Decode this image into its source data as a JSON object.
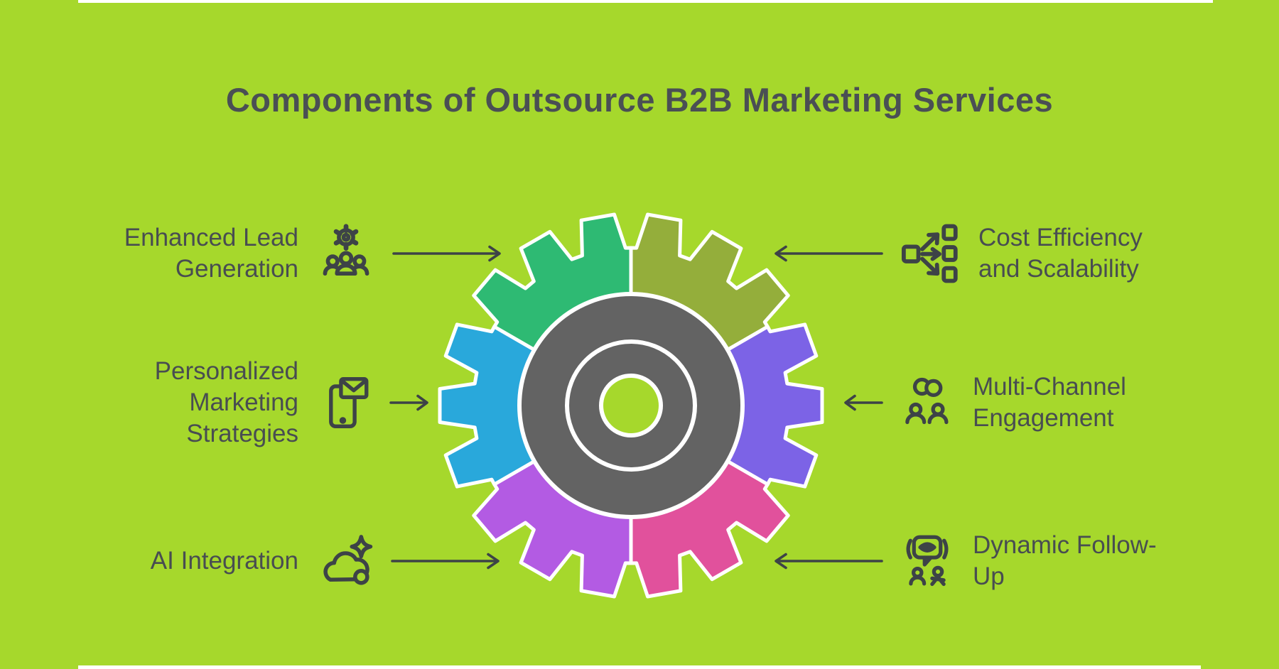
{
  "title": "Components of Outsource B2B Marketing Services",
  "theme": {
    "background_color": "#a6d82c",
    "edge_strip_color": "#ffffff",
    "title_color": "#4a4f54",
    "text_color": "#484d51",
    "icon_color": "#3d4347",
    "arrow_color": "#3d4347"
  },
  "gear": {
    "outline_color": "#ffffff",
    "center_disc_color": "#636363",
    "hub_hole_color": "#a6d82c",
    "teeth_per_segment": 3,
    "segments": [
      {
        "name": "cost-efficiency-and-scalability",
        "position": "top-right",
        "color": "#94ae3b"
      },
      {
        "name": "multi-channel-engagement",
        "position": "right",
        "color": "#7c63e6"
      },
      {
        "name": "dynamic-follow-up",
        "position": "bottom-right",
        "color": "#e1519c"
      },
      {
        "name": "ai-integration",
        "position": "bottom-left",
        "color": "#b35be3"
      },
      {
        "name": "personalized-marketing-strategies",
        "position": "left",
        "color": "#29a8db"
      },
      {
        "name": "enhanced-lead-generation",
        "position": "top-left",
        "color": "#2eba73"
      }
    ]
  },
  "items": [
    {
      "label": "Enhanced Lead Generation",
      "lines": [
        "Enhanced Lead",
        "Generation"
      ],
      "side": "left",
      "icon": "team-gear-icon",
      "segment_color": "#2eba73"
    },
    {
      "label": "Personalized Marketing Strategies",
      "lines": [
        "Personalized",
        "Marketing",
        "Strategies"
      ],
      "side": "left",
      "icon": "phone-mail-icon",
      "segment_color": "#29a8db"
    },
    {
      "label": "AI Integration",
      "lines": [
        "AI Integration"
      ],
      "side": "left",
      "icon": "cloud-sparkle-icon",
      "segment_color": "#b35be3"
    },
    {
      "label": "Cost Efficiency and Scalability",
      "lines": [
        "Cost Efficiency",
        "and Scalability"
      ],
      "side": "right",
      "icon": "scale-out-icon",
      "segment_color": "#94ae3b"
    },
    {
      "label": "Multi-Channel Engagement",
      "lines": [
        "Multi-Channel",
        "Engagement"
      ],
      "side": "right",
      "icon": "chain-people-icon",
      "segment_color": "#7c63e6"
    },
    {
      "label": "Dynamic Follow-Up",
      "lines": [
        "Dynamic Follow-",
        "Up"
      ],
      "side": "right",
      "icon": "watch-bubble-people-icon",
      "segment_color": "#e1519c"
    }
  ]
}
